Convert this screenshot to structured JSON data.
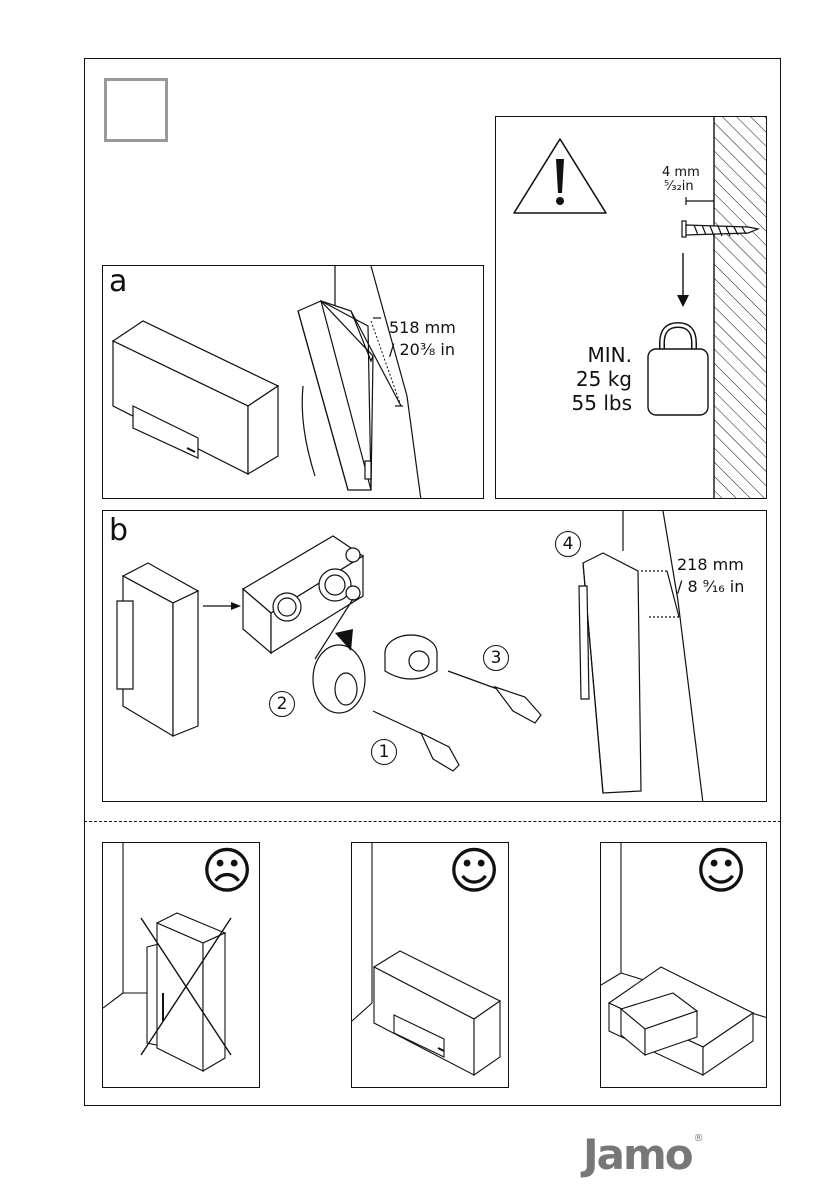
{
  "panels": {
    "a": {
      "label": "a",
      "dimension_line1": "518 mm",
      "dimension_line2": "/ 20³⁄₈ in"
    },
    "warning": {
      "screen_mm": "4 mm",
      "screen_in": "⁵⁄₃₂in",
      "min_title": "MIN.",
      "min_kg": "25 kg",
      "min_lbs": "55 lbs"
    },
    "b": {
      "label": "b",
      "steps": [
        "1",
        "2",
        "3",
        "4"
      ],
      "dimension_line1": "218 mm",
      "dimension_line2": "/ 8 ⁹⁄₁₆ in"
    }
  },
  "placement": [
    {
      "face": "☹"
    },
    {
      "face": "☺"
    },
    {
      "face": "☺"
    }
  ],
  "brand": {
    "logo": "Jamo",
    "mark": "®"
  },
  "icons": [
    "warning-triangle-icon",
    "padlock-icon",
    "screw-icon",
    "screwdriver-icon",
    "frowning-face-icon",
    "smiling-face-icon",
    "arrow-icon"
  ],
  "colors": {
    "line": "#111111",
    "step_box": "#999999",
    "logo": "#777777"
  }
}
